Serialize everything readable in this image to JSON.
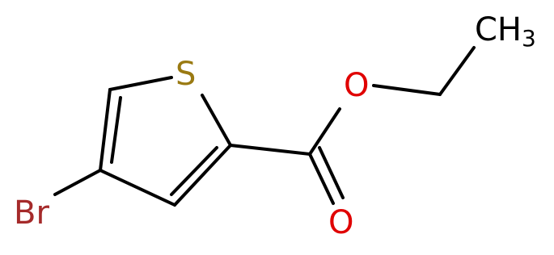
{
  "colors": {
    "bond": "#000000",
    "sulfur": "#9a7a12",
    "oxygen": "#e00000",
    "bromine": "#a52a2a",
    "carbon_label": "#000000"
  },
  "atoms": {
    "sulfur": {
      "symbol": "S"
    },
    "ester_oxygen": {
      "symbol": "O"
    },
    "carbonyl_oxygen": {
      "symbol": "O"
    },
    "bromine": {
      "symbol": "Br"
    },
    "methyl": {
      "symbol": "CH",
      "subscript": "3"
    }
  }
}
